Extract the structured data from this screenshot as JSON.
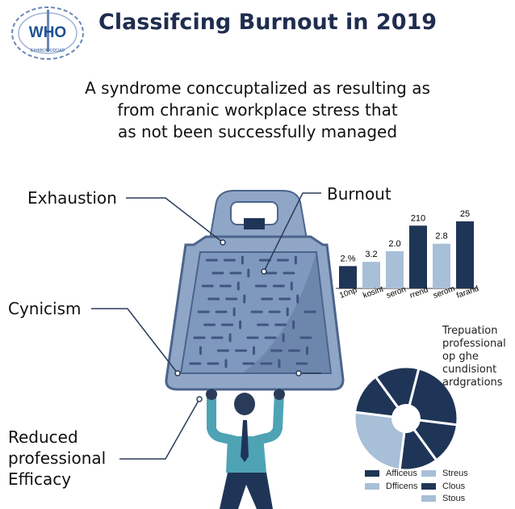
{
  "logo": {
    "text": "WHO",
    "subtext": "EXHIBOIDODOAD"
  },
  "title": "Classifcing Burnout in 2019",
  "subtitle": [
    "A syndrome conccuptalized as resulting as",
    "from chranic workplace stress that",
    "as not been successfully managed"
  ],
  "labels": {
    "exhaustion": "Exhaustion",
    "burnout": "Burnout",
    "cynicism": "Cynicism",
    "efficacy": [
      "Reduced",
      "professional",
      "Efficacy"
    ]
  },
  "colors": {
    "dark": "#1f3557",
    "light": "#a8bfd8",
    "weight": "#8fa6c7",
    "weight_dark": "#4c648c"
  },
  "chart_data": [
    {
      "type": "bar",
      "categories": [
        "10np",
        "kosint",
        "seron",
        "rrend",
        "serom",
        "farand"
      ],
      "value_labels": [
        "2.%",
        "3.2",
        "2.0",
        "210",
        "2.8",
        "25"
      ],
      "values": [
        2.1,
        2.5,
        3.5,
        5.9,
        4.2,
        6.3
      ],
      "colors": [
        "#1f3557",
        "#a8bfd8",
        "#a8bfd8",
        "#1f3557",
        "#a8bfd8",
        "#1f3557"
      ]
    },
    {
      "type": "pie",
      "caption": [
        "Trepuation",
        "professional",
        "op ghe",
        "cundisiont",
        "ardgrations"
      ],
      "slices": [
        {
          "value": 23,
          "color": "#1f3557"
        },
        {
          "value": 13,
          "color": "#1f3557"
        },
        {
          "value": 12,
          "color": "#1f3557"
        },
        {
          "value": 25,
          "color": "#a8bfd8"
        },
        {
          "value": 13,
          "color": "#1f3557"
        },
        {
          "value": 14,
          "color": "#1f3557"
        }
      ],
      "legend": [
        {
          "label": "Afficeus",
          "color": "#1f3557"
        },
        {
          "label": "Streus",
          "color": "#a8bfd8"
        },
        {
          "label": "Dfficens",
          "color": "#a8bfd8"
        },
        {
          "label": "Clous",
          "color": "#1f3557"
        },
        {
          "label": "Stous",
          "color": "#a8bfd8"
        }
      ]
    }
  ]
}
